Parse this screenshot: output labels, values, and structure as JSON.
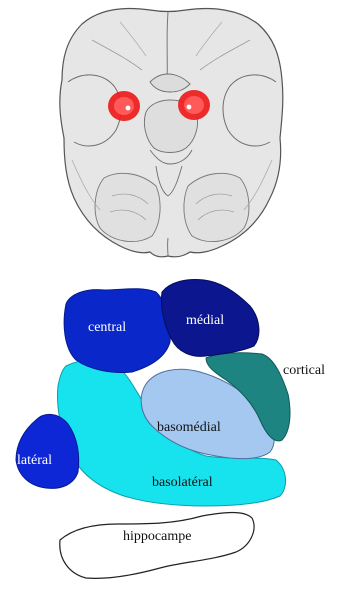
{
  "diagram": {
    "labels": {
      "central": "central",
      "medial": "médial",
      "cortical": "cortical",
      "basomedial": "basomédial",
      "lateral": "latéral",
      "basolateral": "basolatéral",
      "hippocampe": "hippocampe"
    },
    "colors": {
      "brain_fill": "#e6e6e6",
      "brain_outline": "#555555",
      "highlight_red": "#ee1b1b",
      "central": "#0a27c9",
      "medial": "#0b168f",
      "cortical": "#1e8482",
      "basomedial": "#a4c8f0",
      "lateral": "#0e27d6",
      "basolateral": "#16e3ee",
      "hippocampe": "#ffffff"
    }
  }
}
